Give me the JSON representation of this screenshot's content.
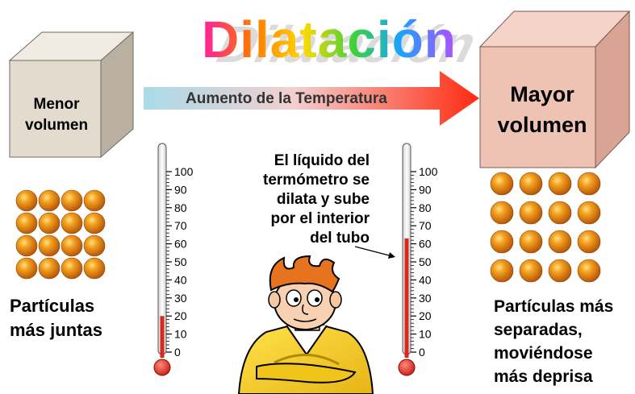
{
  "title": "Dilatación",
  "arrow_label": "Aumento de la Temperatura",
  "small_cube_label": [
    "Menor",
    "volumen"
  ],
  "large_cube_label": [
    "Mayor",
    "volumen"
  ],
  "left_caption": [
    "Partículas",
    "más juntas"
  ],
  "right_caption": [
    "Partículas más",
    "separadas,",
    "moviéndose",
    "más deprisa"
  ],
  "thermometer_text": [
    "El líquido del",
    "termómetro se",
    "dilata y sube",
    "por el interior",
    "del tubo"
  ],
  "thermometer_scale": [
    "100",
    "90",
    "80",
    "70",
    "60",
    "50",
    "40",
    "30",
    "20",
    "10",
    "0"
  ],
  "left_thermometer_level": 20,
  "right_thermometer_level": 63,
  "colors": {
    "liquid": "#d62a1e",
    "particle": "#e98a12",
    "cube_small": "#e7dfd2",
    "cube_large": "#f0c7b8",
    "arrow_start": "#9bd4e6",
    "arrow_end": "#ff2a10"
  }
}
